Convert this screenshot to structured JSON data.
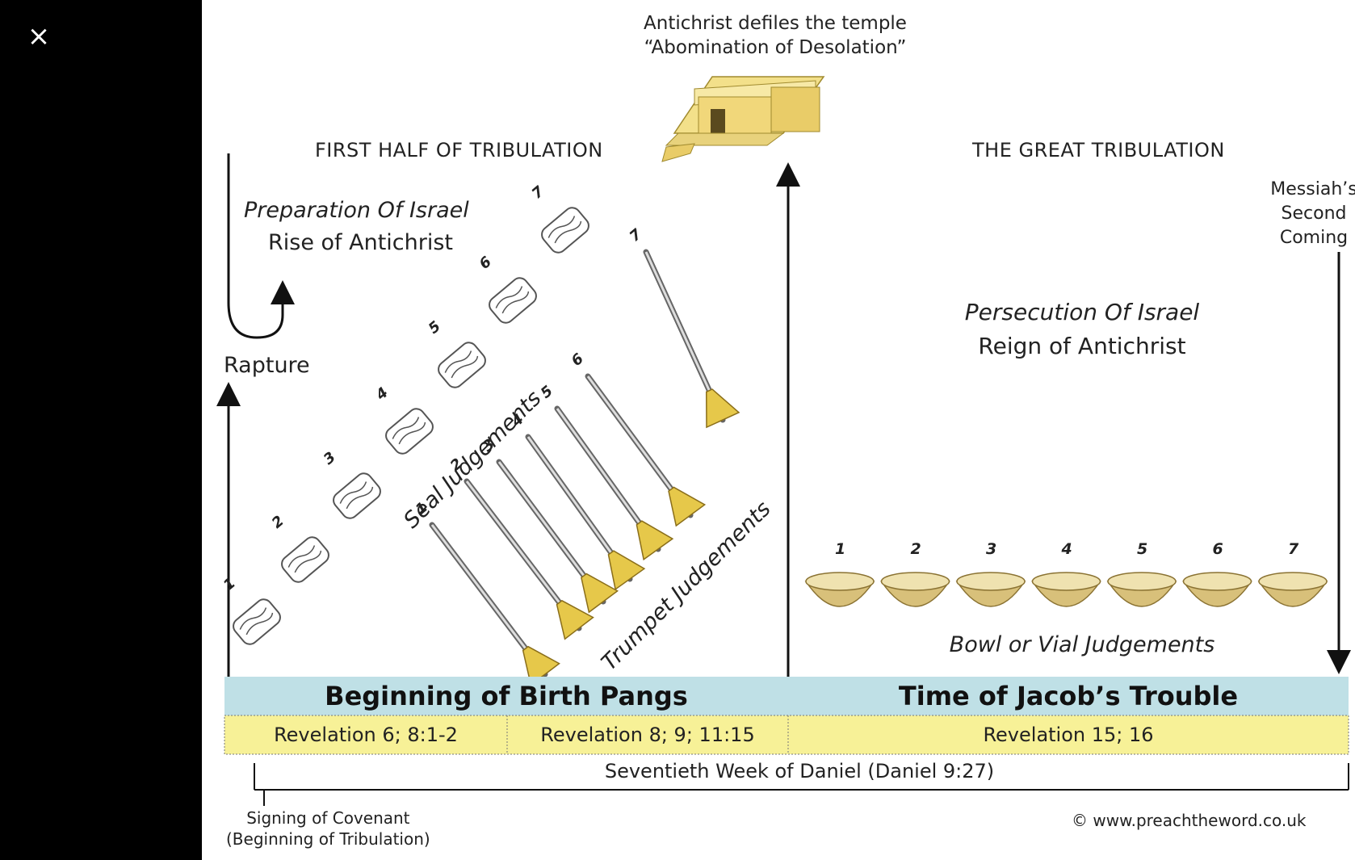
{
  "sidebar": {
    "close_label": "×"
  },
  "diagram": {
    "temple_caption_line1": "Antichrist defiles the temple",
    "temple_caption_line2": "“Abomination of Desolation”",
    "first_half_title": "FIRST HALF OF TRIBULATION",
    "great_tribulation_title": "THE GREAT TRIBULATION",
    "first_half_italic": "Preparation Of Israel",
    "first_half_sub": "Rise of Antichrist",
    "rapture": "Rapture",
    "second_half_italic": "Persecution Of Israel",
    "second_half_sub": "Reign of Antichrist",
    "messiah_line1": "Messiah’s",
    "messiah_line2": "Second",
    "messiah_line3": "Coming",
    "seal_label": "Seal Judgements",
    "trumpet_label": "Trumpet Judgements",
    "bowl_label": "Bowl or Vial Judgements",
    "seal_numbers": [
      "1",
      "2",
      "3",
      "4",
      "5",
      "6",
      "7"
    ],
    "trumpet_numbers": [
      "1",
      "2",
      "3",
      "4",
      "5",
      "6",
      "7"
    ],
    "bowl_numbers": [
      "1",
      "2",
      "3",
      "4",
      "5",
      "6",
      "7"
    ],
    "band_left": "Beginning of Birth Pangs",
    "band_right": "Time of Jacob’s Trouble",
    "ref_1": "Revelation 6; 8:1-2",
    "ref_2": "Revelation 8; 9; 11:15",
    "ref_3": "Revelation 15; 16",
    "seventieth_week": "Seventieth Week of Daniel (Daniel 9:27)",
    "covenant_line1": "Signing of Covenant",
    "covenant_line2": "(Beginning of Tribulation)",
    "copyright": "© www.preachtheword.co.uk"
  },
  "colors": {
    "band_blue": "#bfe0e6",
    "ref_yellow": "#f7f197",
    "gold": "#e6c84a",
    "bowl": "#d8c07a"
  }
}
